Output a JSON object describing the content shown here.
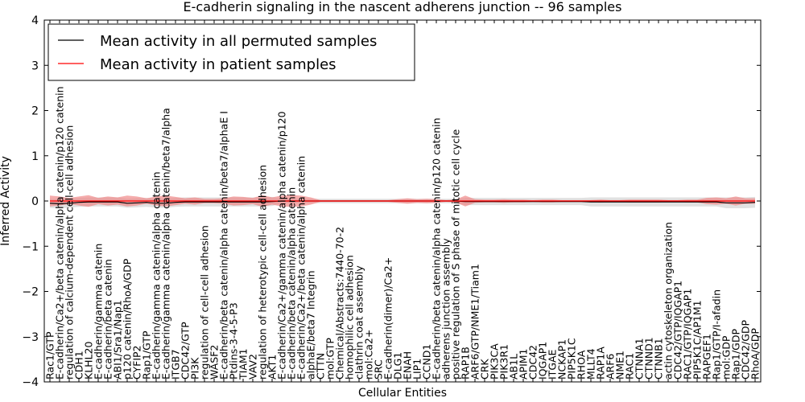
{
  "chart_data": {
    "type": "line",
    "title": "E-cadherin signaling in the nascent adherens junction -- 96 samples",
    "xlabel": "Cellular Entities",
    "ylabel": "Inferred Activity",
    "ylim": [
      -4,
      4
    ],
    "yticks": [
      -4,
      -3,
      -2,
      -1,
      0,
      1,
      2,
      3,
      4
    ],
    "ytick_labels": [
      "−4",
      "−3",
      "−2",
      "−1",
      "0",
      "1",
      "2",
      "3",
      "4"
    ],
    "legend_position": "top-left",
    "grid": false,
    "categories": [
      "Rac1/GTP",
      "E-cadherin/Ca2+/beta catenin/alpha catenin/p120 catenin",
      "regulation of calcium-dependent cell-cell adhesion",
      "CDH1",
      "KLHL20",
      "E-cadherin/gamma catenin",
      "E-cadherin/beta catenin",
      "ABI1/Sra1/Nap1",
      "p120 catenin/RhoA/GDP",
      "CYFIP2",
      "Rap1/GTP",
      "E-cadherin/gamma catenin/alpha catenin",
      "E-cadherin/gamma catenin/alpha catenin/beta7/alpha",
      "ITGB7",
      "CDC42/GTP",
      "PI3K",
      "regulation of cell-cell adhesion",
      "WASF2",
      "E-cadherin/beta catenin/alpha catenin/beta7/alphaE I",
      "Ptdins-3-4-5-P3",
      "TIAM1",
      "VAV2",
      "regulation of heterotypic cell-cell adhesion",
      "AKT1",
      "E-cadherin/Ca2+/gamma catenin/alpha catenin/p120",
      "E-cadherin/beta catenin/alpha catenin",
      "E-cadherin/Ca2+/beta catenin/alpha catenin",
      "alphaE/beta7 Integrin",
      "CTTN",
      "mol:GTP",
      "Chemical/Abstracts:7440-70-2",
      "homophilic cell adhesion",
      "clathrin coat assembly",
      "mol:Ca2+",
      "SRC",
      "E-cadherin(dimer)/Ca2+",
      "DLG1",
      "ENAH",
      "LIP1",
      "CCND1",
      "E-cadherin/beta catenin/alpha catenin/p120 catenin",
      "adherens junction assembly",
      "positive regulation of S phase of mitotic cell cycle",
      "RAP1B",
      "ARF6/GTP/NME1/Tiam1",
      "CRK",
      "PIK3CA",
      "PIK3R1",
      "AB1L",
      "APIM1",
      "CDC42",
      "IQGAP1",
      "ITGAE",
      "NCKAP1",
      "PIP5K1C",
      "RHOA",
      "MLLT4",
      "RAP1A",
      "ARF6",
      "NME1",
      "RAC1",
      "CTNNA1",
      "CTNND1",
      "CTNNB1",
      "actin cytoskeleton organization",
      "CDC42/GTP/IQGAP1",
      "RAC1/GTP/IQGAP1",
      "PIP5K1C/AP1M1",
      "RAPGEF1",
      "Rap1/GTP/I-afadin",
      "mol:GDP",
      "Rap1/GDP",
      "CDC42/GDP",
      "RhoA/GDP"
    ],
    "series": [
      {
        "name": "Mean activity in all permuted samples",
        "color": "#000000",
        "band_color": "#c8c8c8",
        "values": [
          -0.05,
          -0.06,
          -0.05,
          -0.03,
          -0.02,
          -0.02,
          -0.02,
          -0.02,
          -0.05,
          -0.04,
          -0.03,
          -0.05,
          -0.05,
          -0.03,
          -0.02,
          -0.02,
          -0.02,
          -0.02,
          -0.02,
          -0.02,
          -0.02,
          -0.02,
          -0.02,
          -0.01,
          0.0,
          0.0,
          0.0,
          0.0,
          0.0,
          0.0,
          0.0,
          0.0,
          0.0,
          0.0,
          0.0,
          0.0,
          0.0,
          0.0,
          0.0,
          0.0,
          0.0,
          0.0,
          0.0,
          -0.01,
          -0.01,
          -0.01,
          -0.01,
          -0.01,
          -0.01,
          -0.01,
          -0.01,
          -0.01,
          -0.01,
          -0.01,
          -0.01,
          -0.01,
          -0.02,
          -0.02,
          -0.02,
          -0.02,
          -0.02,
          -0.02,
          -0.02,
          -0.02,
          -0.02,
          -0.02,
          -0.02,
          -0.02,
          -0.02,
          -0.02,
          -0.04,
          -0.04,
          -0.04,
          -0.03
        ],
        "band": [
          0.1,
          0.1,
          0.1,
          0.1,
          0.1,
          0.1,
          0.1,
          0.1,
          0.1,
          0.1,
          0.1,
          0.1,
          0.1,
          0.1,
          0.1,
          0.1,
          0.1,
          0.1,
          0.1,
          0.1,
          0.1,
          0.1,
          0.1,
          0.1,
          0.05,
          0.05,
          0.05,
          0.05,
          0.05,
          0.05,
          0.05,
          0.05,
          0.05,
          0.05,
          0.05,
          0.05,
          0.05,
          0.05,
          0.05,
          0.05,
          0.05,
          0.05,
          0.05,
          0.08,
          0.08,
          0.08,
          0.08,
          0.08,
          0.08,
          0.08,
          0.08,
          0.08,
          0.08,
          0.08,
          0.08,
          0.08,
          0.1,
          0.1,
          0.1,
          0.1,
          0.1,
          0.1,
          0.1,
          0.1,
          0.1,
          0.1,
          0.1,
          0.1,
          0.1,
          0.1,
          0.12,
          0.12,
          0.12,
          0.12
        ]
      },
      {
        "name": "Mean activity in patient samples",
        "color": "#ff0000",
        "band_color": "#f08080",
        "values": [
          0.0,
          0.0,
          0.0,
          0.0,
          0.0,
          0.0,
          0.0,
          0.0,
          0.0,
          0.0,
          0.0,
          0.0,
          0.0,
          0.0,
          0.0,
          0.0,
          0.0,
          0.0,
          0.0,
          0.0,
          0.0,
          0.0,
          0.0,
          0.0,
          0.0,
          0.0,
          0.0,
          0.0,
          0.0,
          0.0,
          0.0,
          0.0,
          0.0,
          0.0,
          0.0,
          0.0,
          0.0,
          0.0,
          0.0,
          0.0,
          0.0,
          0.0,
          0.0,
          0.0,
          0.0,
          0.0,
          0.0,
          0.0,
          0.0,
          0.0,
          0.0,
          0.0,
          0.0,
          0.0,
          0.0,
          0.0,
          0.0,
          0.0,
          0.0,
          0.0,
          0.0,
          0.0,
          0.0,
          0.0,
          0.0,
          0.0,
          0.0,
          0.0,
          0.0,
          0.0,
          0.0,
          0.0,
          0.0,
          0.0
        ],
        "band": [
          0.12,
          0.1,
          0.07,
          0.1,
          0.13,
          0.07,
          0.1,
          0.08,
          0.12,
          0.1,
          0.06,
          0.1,
          0.12,
          0.09,
          0.06,
          0.08,
          0.05,
          0.05,
          0.06,
          0.1,
          0.09,
          0.07,
          0.13,
          0.08,
          0.12,
          0.13,
          0.12,
          0.08,
          0.02,
          0.02,
          0.02,
          0.02,
          0.02,
          0.02,
          0.02,
          0.02,
          0.04,
          0.06,
          0.04,
          0.05,
          0.04,
          0.02,
          0.03,
          0.12,
          0.04,
          0.03,
          0.03,
          0.04,
          0.03,
          0.03,
          0.02,
          0.03,
          0.03,
          0.02,
          0.02,
          0.02,
          0.02,
          0.03,
          0.02,
          0.02,
          0.03,
          0.03,
          0.03,
          0.03,
          0.02,
          0.02,
          0.03,
          0.03,
          0.07,
          0.08,
          0.06,
          0.1,
          0.06,
          0.06
        ]
      }
    ]
  }
}
